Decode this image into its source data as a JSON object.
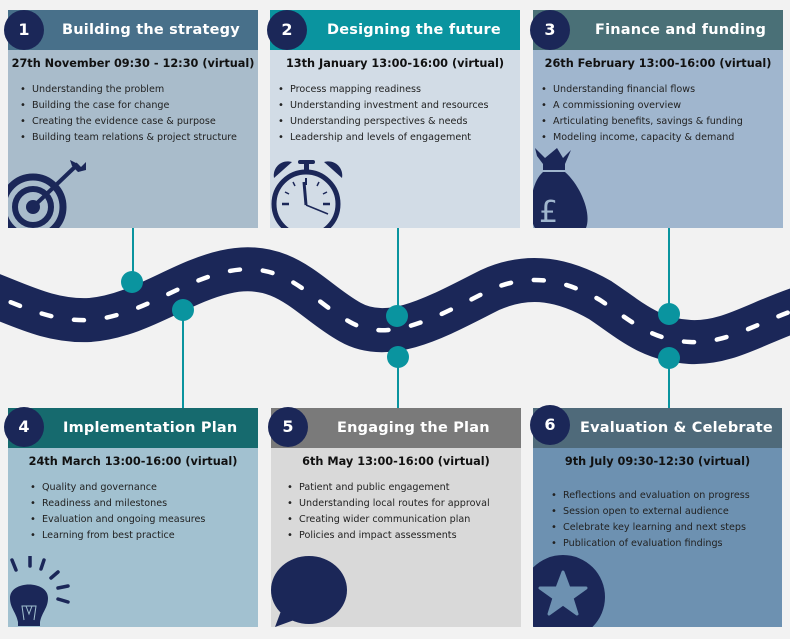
{
  "colors": {
    "navy": "#1b2758",
    "teal": "#0a949f",
    "background": "#f2f2f2"
  },
  "stages": [
    {
      "number": "1",
      "title": "Building the strategy",
      "date": "27th November 09:30 - 12:30 (virtual)",
      "items": [
        "Understanding the problem",
        "Building the case for change",
        "Creating the evidence case & purpose",
        "Building team relations & project structure"
      ],
      "icon": "target-icon",
      "header_color": "#48708a",
      "body_color": "#a9bccb"
    },
    {
      "number": "2",
      "title": "Designing the future",
      "date": "13th January 13:00-16:00 (virtual)",
      "items": [
        "Process mapping readiness",
        "Understanding investment and resources",
        "Understanding perspectives & needs",
        "Leadership and levels of engagement"
      ],
      "icon": "alarm-clock-icon",
      "header_color": "#0a949f",
      "body_color": "#d2dce6"
    },
    {
      "number": "3",
      "title": "Finance and funding",
      "date": "26th February 13:00-16:00 (virtual)",
      "items": [
        "Understanding financial flows",
        "A commissioning overview",
        "Articulating benefits, savings & funding",
        "Modeling income, capacity & demand"
      ],
      "icon": "money-bag-pound-icon",
      "header_color": "#4a7077",
      "body_color": "#a0b6ce"
    },
    {
      "number": "4",
      "title": "Implementation Plan",
      "date": "24th March 13:00-16:00 (virtual)",
      "items": [
        "Quality and governance",
        "Readiness and milestones",
        "Evaluation and ongoing measures",
        "Learning from best practice"
      ],
      "icon": "lightbulb-icon",
      "header_color": "#166a6e",
      "body_color": "#a2c1d0"
    },
    {
      "number": "5",
      "title": "Engaging the Plan",
      "date": "6th May 13:00-16:00 (virtual)",
      "items": [
        "Patient and public engagement",
        "Understanding local routes for approval",
        "Creating wider communication plan",
        "Policies and impact assessments"
      ],
      "icon": "speech-bubble-icon",
      "header_color": "#7a7a7a",
      "body_color": "#d9d9d9"
    },
    {
      "number": "6",
      "title": "Evaluation & Celebrate",
      "date": "9th July 09:30-12:30 (virtual)",
      "items": [
        "Reflections and evaluation on progress",
        "Session open to external audience",
        "Celebrate key learning and next steps",
        "Publication of evaluation findings"
      ],
      "icon": "star-icon",
      "header_color": "#4f6a7a",
      "body_color": "#6d91b1"
    }
  ]
}
